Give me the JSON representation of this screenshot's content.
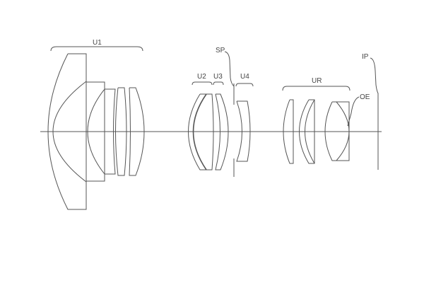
{
  "labels": {
    "u1": "U1",
    "u2": "U2",
    "u3": "U3",
    "u4": "U4",
    "ur": "UR",
    "sp": "SP",
    "ip": "IP",
    "oe": "OE"
  },
  "colors": {
    "line": "#555555",
    "background": "#ffffff"
  }
}
